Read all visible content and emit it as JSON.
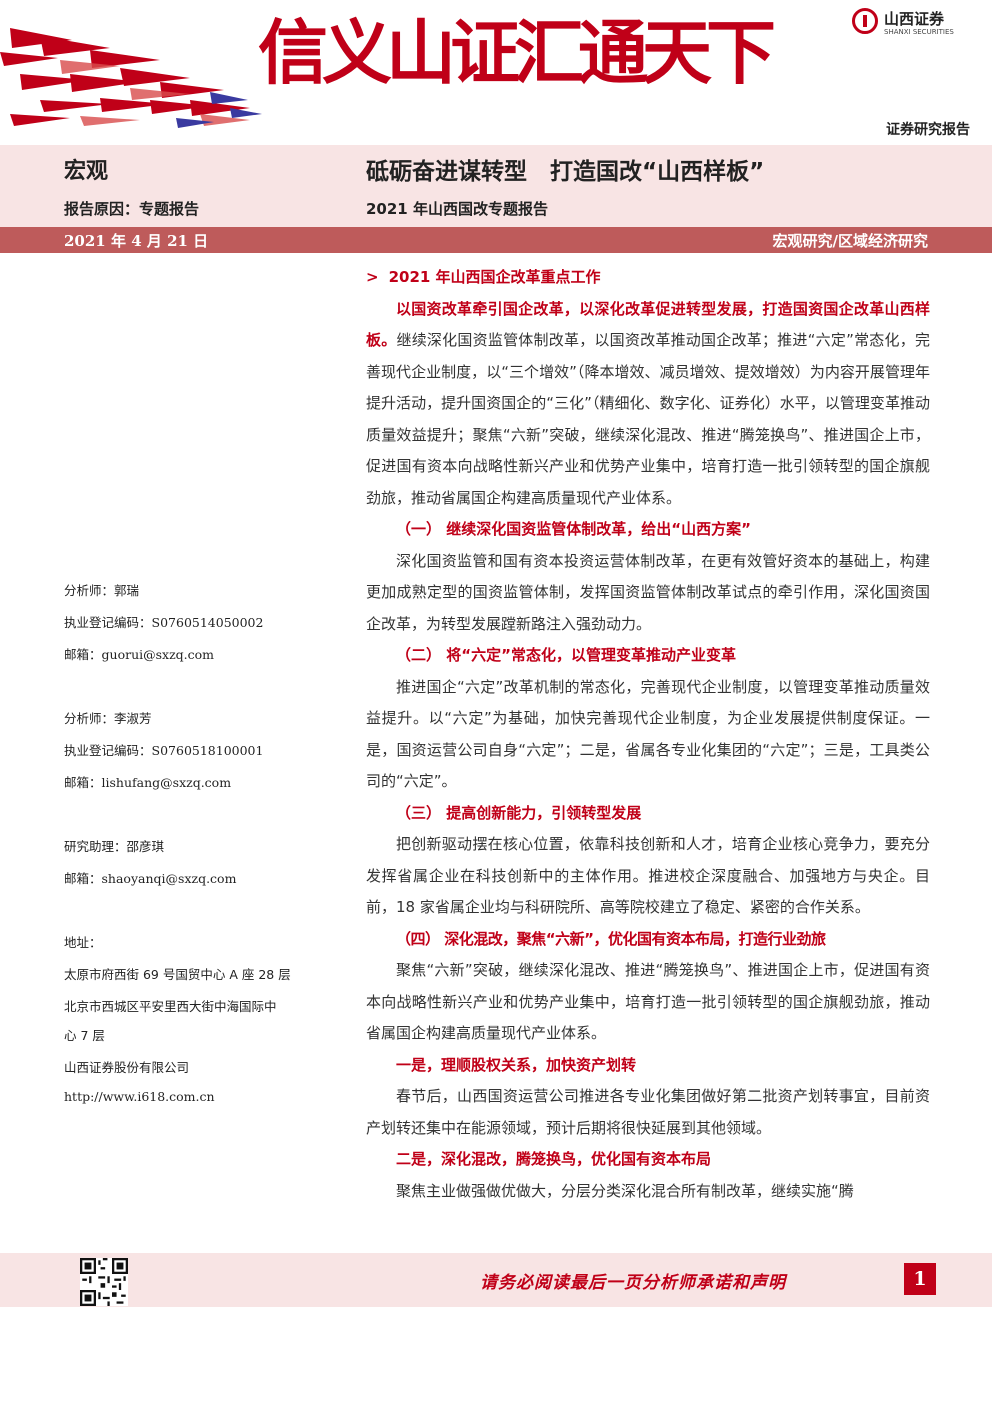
{
  "banner": {
    "slogan": "信义山证汇通天下",
    "logo_cn": "山西证券",
    "logo_en": "SHANXI SECURITIES",
    "report_type": "证券研究报告"
  },
  "header": {
    "sector": "宏观",
    "title": "砥砺奋进谋转型　打造国改“山西样板”",
    "reason": "报告原因：专题报告",
    "subtitle": "2021 年山西国改专题报告",
    "date": "2021 年 4 月 21 日",
    "category": "宏观研究/区域经济研究"
  },
  "sidebar": {
    "analyst1": {
      "label": "分析师：",
      "name": "郭瑞",
      "cert_label": "执业登记编码：",
      "cert": "S0760514050002",
      "email_label": "邮箱：",
      "email": "guorui@sxzq.com"
    },
    "analyst2": {
      "label": "分析师：",
      "name": "李淑芳",
      "cert_label": "执业登记编码：",
      "cert": "S0760518100001",
      "email_label": "邮箱：",
      "email": "lishufang@sxzq.com"
    },
    "assistant": {
      "label": "研究助理：",
      "name": "邵彦琪",
      "email_label": "邮箱：",
      "email": "shaoyanqi@sxzq.com"
    },
    "address_label": "地址：",
    "address_lines": [
      "太原市府西街 69 号国贸中心 A 座 28 层",
      "北京市西城区平安里西大街中海国际中",
      "心 7 层",
      "山西证券股份有限公司",
      "http://www.i618.com.cn"
    ]
  },
  "body": {
    "section_heading": "2021 年山西国企改革重点工作",
    "intro_bold": "以国资改革牵引国企改革，以深化改革促进转型发展，打造国资国企改革山西样板。",
    "intro_text": "继续深化国资监管体制改革，以国资改革推动国企改革；推进“六定”常态化，完善现代企业制度，以“三个增效”（降本增效、减员增效、提效增效）为内容开展管理年提升活动，提升国资国企的“三化”（精细化、数字化、证券化）水平，以管理变革推动质量效益提升；聚焦“六新”突破，继续深化混改、推进“腾笼换鸟”、推进国企上市，促进国有资本向战略性新兴产业和优势产业集中，培育打造一批引领转型的国企旗舰劲旅，推动省属国企构建高质量现代产业体系。",
    "sections": [
      {
        "heading": "（一）  继续深化国资监管体制改革，给出“山西方案”",
        "text": "深化国资监管和国有资本投资运营体制改革，在更有效管好资本的基础上，构建更加成熟定型的国资监管体制，发挥国资监管体制改革试点的牵引作用，深化国资国企改革，为转型发展蹚新路注入强劲动力。"
      },
      {
        "heading": "（二）  将“六定”常态化，以管理变革推动产业变革",
        "text": "推进国企“六定”改革机制的常态化，完善现代企业制度，以管理变革推动质量效益提升。以“六定”为基础，加快完善现代企业制度，为企业发展提供制度保证。一是，国资运营公司自身“六定”；二是，省属各专业化集团的“六定”；三是，工具类公司的“六定”。"
      },
      {
        "heading": "（三）  提高创新能力，引领转型发展",
        "text": "把创新驱动摆在核心位置，依靠科技创新和人才，培育企业核心竞争力，要充分发挥省属企业在科技创新中的主体作用。推进校企深度融合、加强地方与央企。目前，18 家省属企业均与科研院所、高等院校建立了稳定、紧密的合作关系。"
      },
      {
        "heading": "（四）  深化混改，聚焦“六新”，优化国有资本布局，打造行业劲旅",
        "text": "聚焦“六新”突破，继续深化混改、推进“腾笼换鸟”、推进国企上市，促进国有资本向战略性新兴产业和优势产业集中，培育打造一批引领转型的国企旗舰劲旅，推动省属国企构建高质量现代产业体系。"
      },
      {
        "heading": "一是，理顺股权关系，加快资产划转",
        "text": "春节后，山西国资运营公司推进各专业化集团做好第二批资产划转事宜，目前资产划转还集中在能源领域，预计后期将很快延展到其他领域。"
      },
      {
        "heading": "二是，深化混改，腾笼换鸟，优化国有资本布局",
        "text": "聚焦主业做强做优做大，分层分类深化混合所有制改革，继续实施“腾"
      }
    ]
  },
  "footer": {
    "notice": "请务必阅读最后一页分析师承诺和声明",
    "page": "1"
  },
  "colors": {
    "accent": "#c00018",
    "band": "#f8e4e4",
    "date_band": "#be5b5b"
  }
}
